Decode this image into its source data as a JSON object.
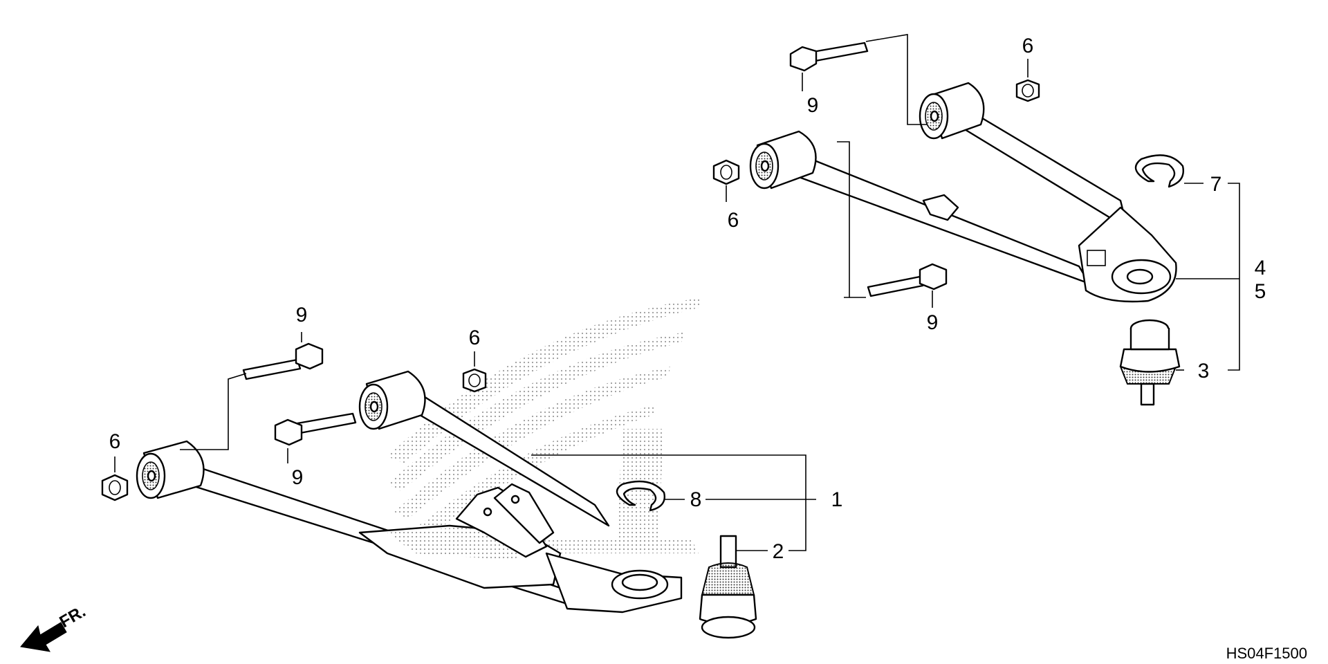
{
  "callouts": {
    "c1": "1",
    "c2": "2",
    "c3": "3",
    "c4": "4",
    "c5": "5",
    "c6a": "6",
    "c6b": "6",
    "c6c": "6",
    "c6d": "6",
    "c7": "7",
    "c8": "8",
    "c9a": "9",
    "c9b": "9",
    "c9c": "9",
    "c9d": "9"
  },
  "direction_label": "FR.",
  "diagram_code": "HS04F1500",
  "colors": {
    "line": "#000000",
    "background": "#ffffff",
    "stipple": "#888888"
  }
}
